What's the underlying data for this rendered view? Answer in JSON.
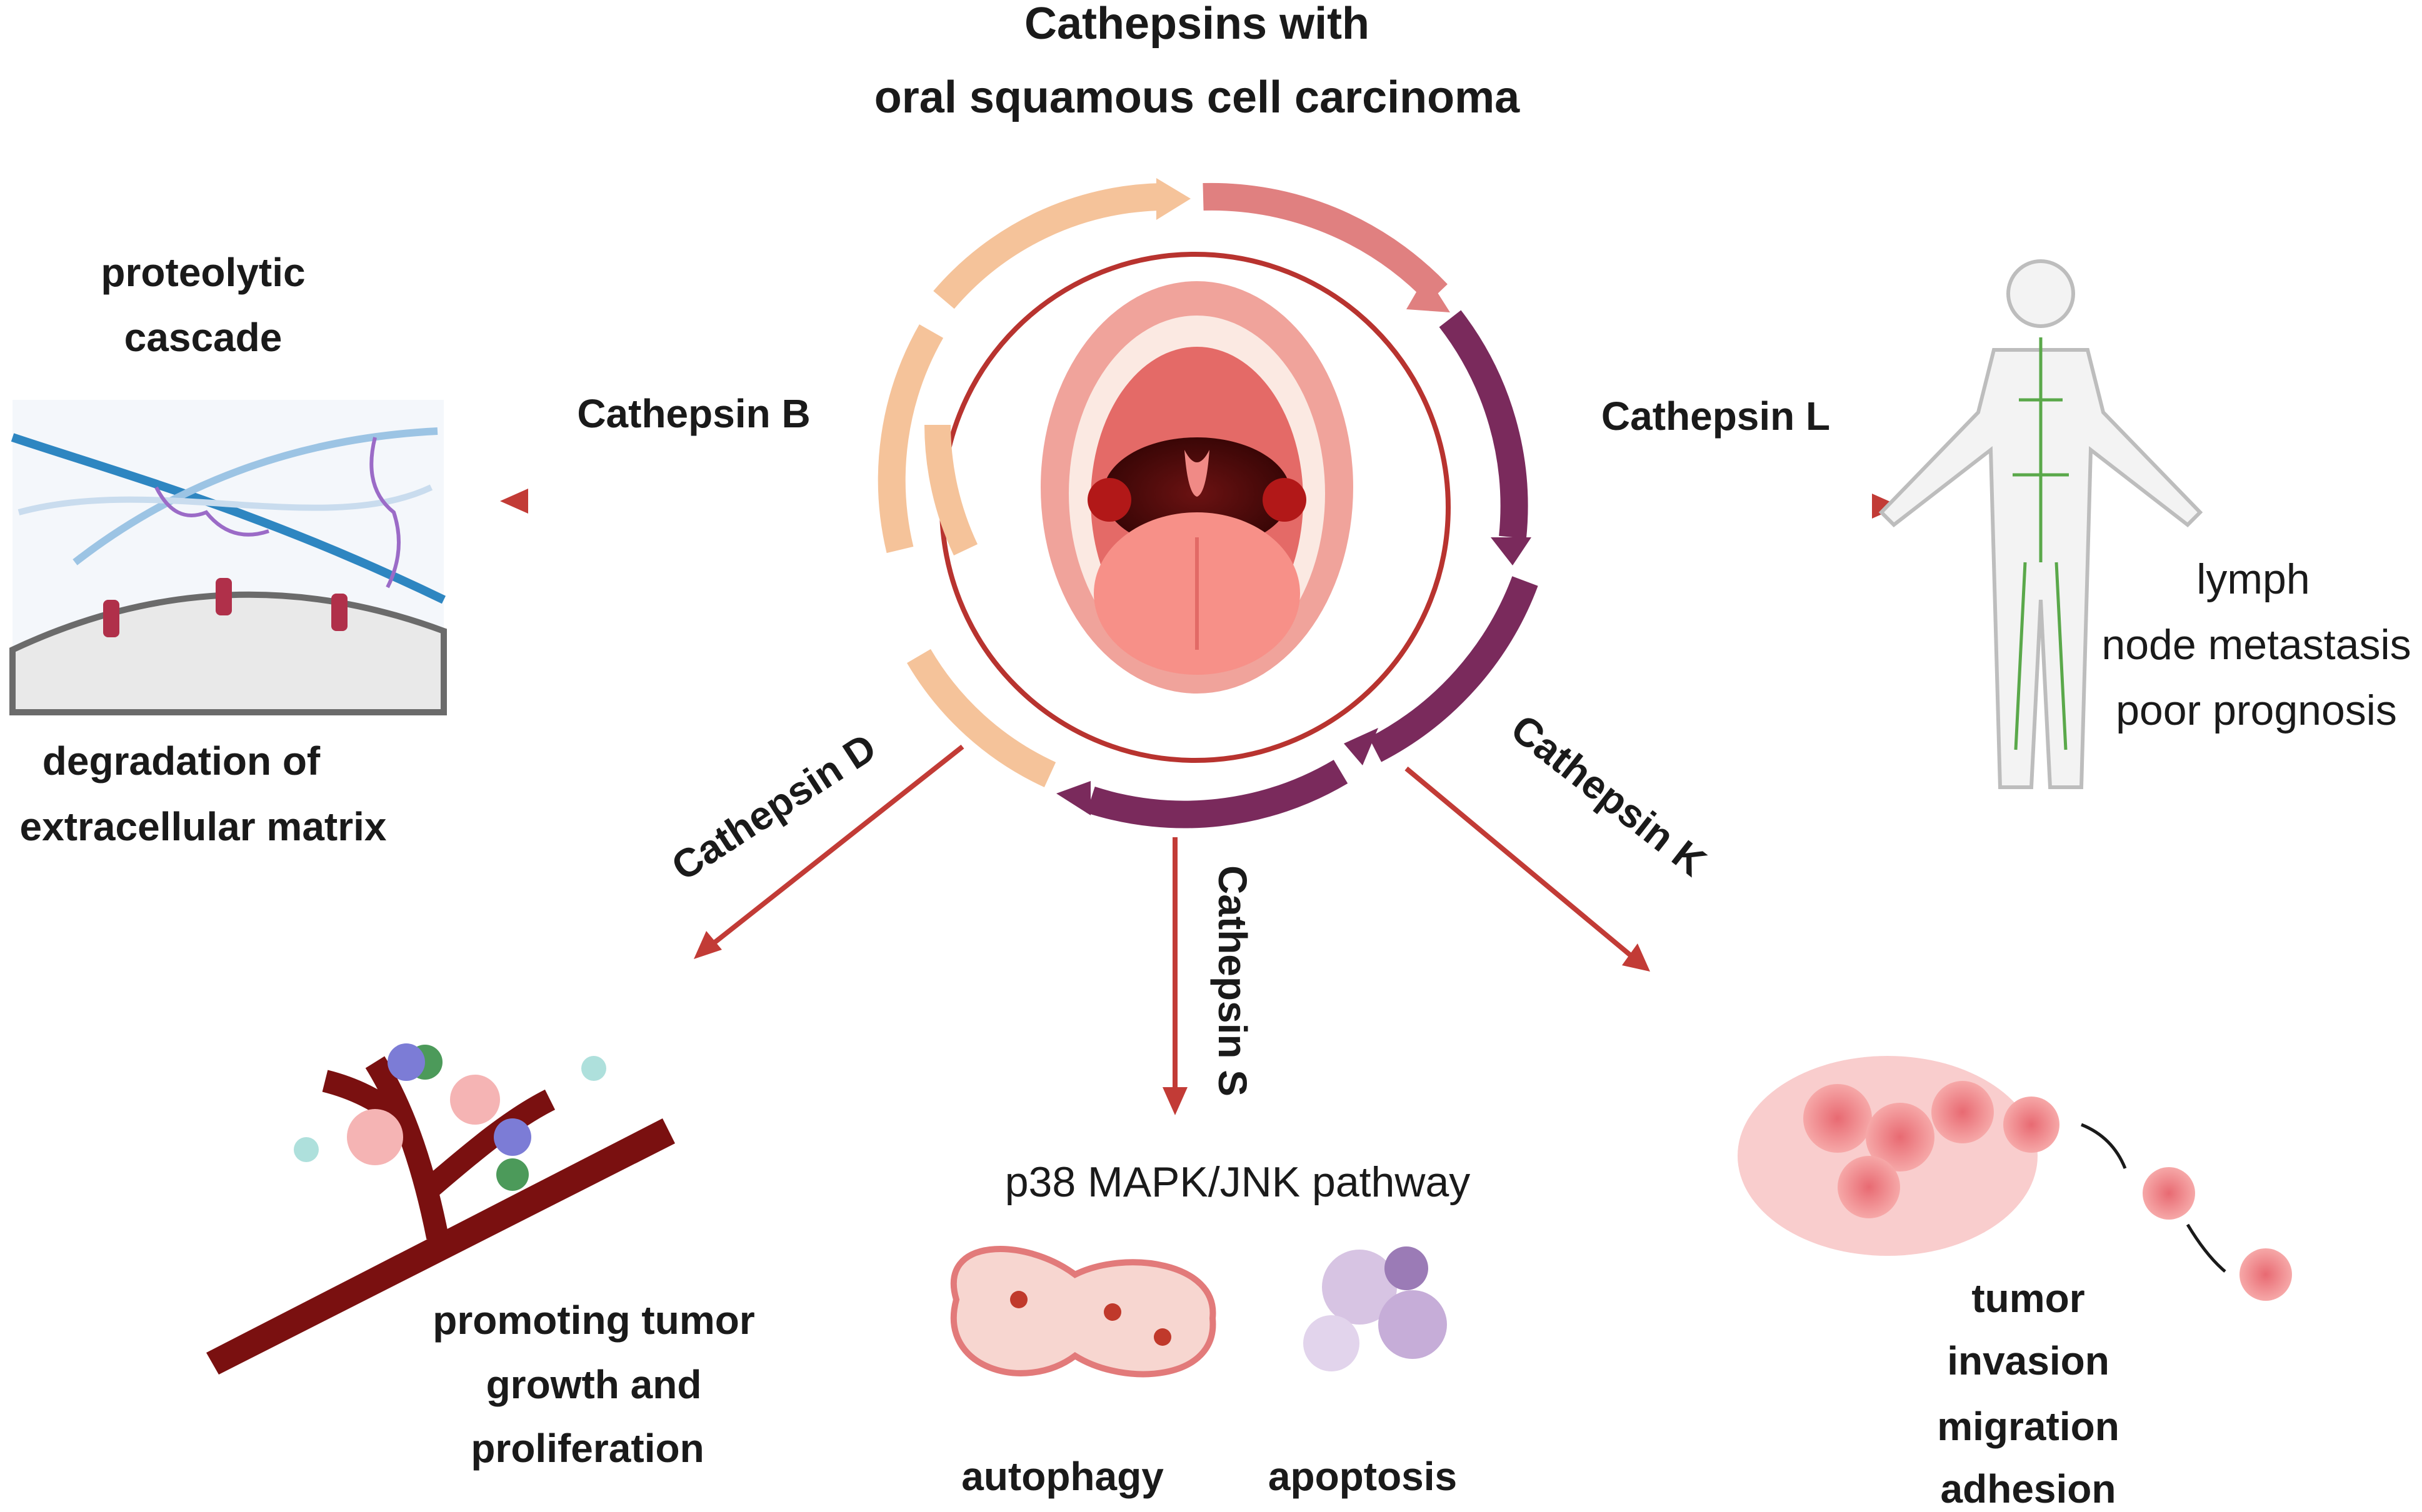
{
  "title": {
    "line1": "Cathepsins with",
    "line2": "oral squamous cell carcinoma"
  },
  "cathepsins": {
    "b": "Cathepsin B",
    "l": "Cathepsin L",
    "d": "Cathepsin D",
    "s": "Cathepsin S",
    "k": "Cathepsin K"
  },
  "top_left": {
    "line1": "proteolytic",
    "line2": "cascade",
    "bottom1": "degradation of",
    "bottom2": "extracellular matrix"
  },
  "right": {
    "line1": "lymph",
    "line2": "node metastasis",
    "line3": "poor prognosis"
  },
  "bottom_left": {
    "line1": "promoting tumor",
    "line2": "growth and",
    "line3": "proliferation"
  },
  "bottom_center": {
    "pathway": "p38 MAPK/JNK pathway",
    "autophagy": "autophagy",
    "apoptosis": "apoptosis"
  },
  "bottom_right": {
    "line1": "tumor",
    "line2": "invasion",
    "line3": "migration",
    "line4": "adhesion"
  },
  "colors": {
    "arrow_red": "#c23b36",
    "ring_peach": "#f5c39a",
    "ring_pink": "#e08080",
    "ring_purple": "#7a2a5c",
    "ring_red": "#b8332f"
  }
}
